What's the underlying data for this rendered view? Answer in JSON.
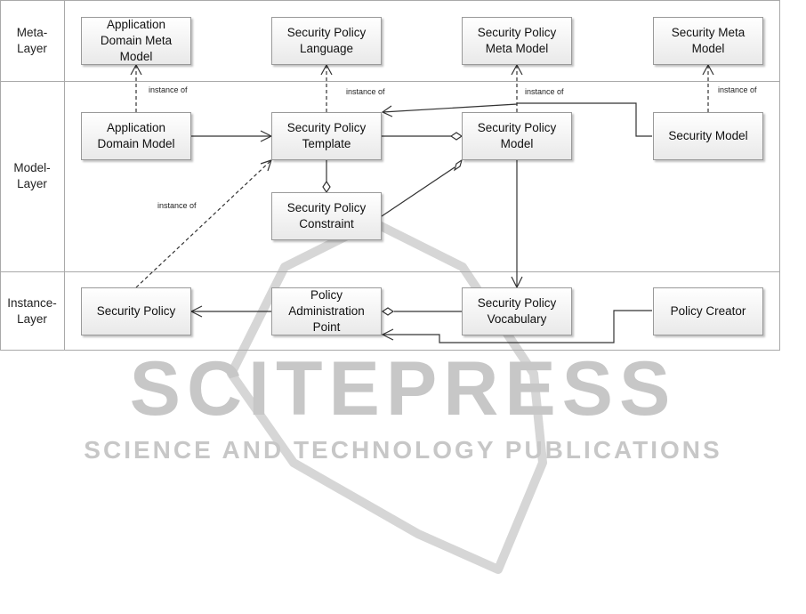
{
  "layers": {
    "meta": "Meta-\nLayer",
    "model": "Model-\nLayer",
    "instance": "Instance-\nLayer"
  },
  "boxes": {
    "app_domain_meta_model": "Application\nDomain Meta\nModel",
    "sp_language": "Security Policy\nLanguage",
    "sp_meta_model": "Security Policy\nMeta Model",
    "security_meta_model": "Security Meta\nModel",
    "app_domain_model": "Application\nDomain Model",
    "sp_template": "Security Policy\nTemplate",
    "sp_model": "Security Policy\nModel",
    "security_model": "Security  Model",
    "sp_constraint": "Security Policy\nConstraint",
    "security_policy": "Security Policy",
    "pap": "Policy\nAdministration\nPoint",
    "sp_vocabulary": "Security Policy\nVocabulary",
    "policy_creator": "Policy Creator"
  },
  "annotations": {
    "inst1": "instance of",
    "inst2": "instance of",
    "inst3": "instance of",
    "inst4": "instance of",
    "inst5": "instance of"
  },
  "watermark": {
    "title": "SCITEPRESS",
    "subtitle": "SCIENCE AND TECHNOLOGY PUBLICATIONS"
  }
}
